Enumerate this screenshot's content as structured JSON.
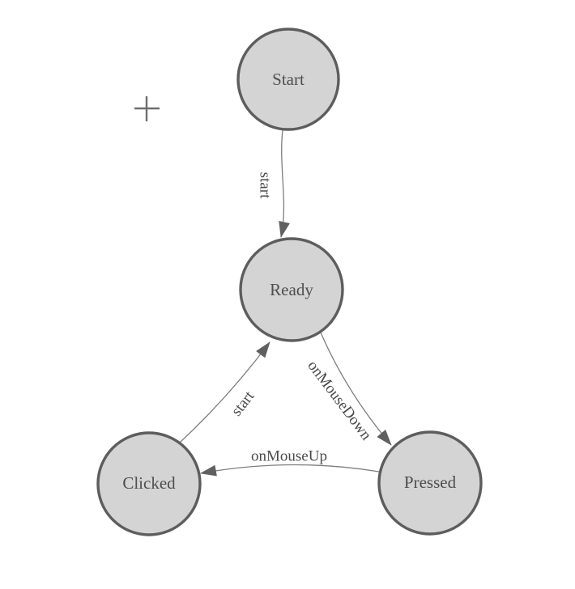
{
  "diagram": {
    "type": "state-machine",
    "nodes": [
      {
        "id": "start",
        "label": "Start"
      },
      {
        "id": "ready",
        "label": "Ready"
      },
      {
        "id": "clicked",
        "label": "Clicked"
      },
      {
        "id": "pressed",
        "label": "Pressed"
      }
    ],
    "edges": [
      {
        "from": "start",
        "to": "ready",
        "label": "start"
      },
      {
        "from": "ready",
        "to": "pressed",
        "label": "onMouseDown"
      },
      {
        "from": "pressed",
        "to": "clicked",
        "label": "onMouseUp"
      },
      {
        "from": "clicked",
        "to": "ready",
        "label": "start"
      }
    ],
    "cursor_icon": "crosshair"
  },
  "colors": {
    "background": "#ffffff",
    "node_fill": "#d4d4d4",
    "node_stroke": "#5d5d5d",
    "node_text": "#4e4e4e",
    "edge_stroke": "#7d7d7d",
    "edge_label_text": "#4a4a4a",
    "arrowhead_fill": "#606060",
    "crosshair": "#6e6e6e"
  }
}
